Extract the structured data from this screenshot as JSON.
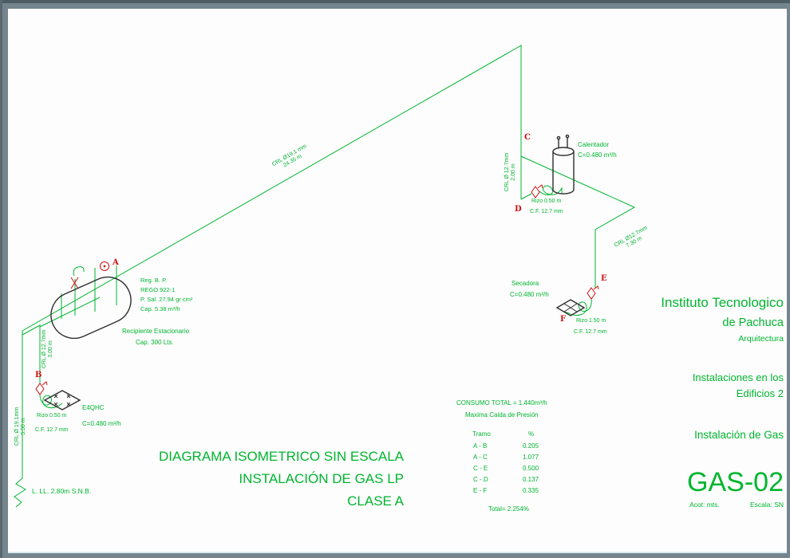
{
  "colors": {
    "green": "#00b52e",
    "red": "#cc1312",
    "ink": "#2d2d2d"
  },
  "page_title": {
    "line1": "DIAGRAMA ISOMETRICO SIN ESCALA",
    "line2": "INSTALACIÓN DE GAS LP",
    "line3": "CLASE A"
  },
  "titleblock": {
    "org1": "Instituto Tecnologico",
    "org2": "de Pachuca",
    "org3": "Arquitectura",
    "proj1": "Instalaciones en los",
    "proj2": "Edificios 2",
    "subject": "Instalación de Gas",
    "sheet": "GAS-02",
    "acot": "Acot: mts.",
    "escala": "Escala: SN"
  },
  "consumo": {
    "total": "CONSUMO TOTAL =  1.440m³/h",
    "subtitle": "Maxima Caida de Presión",
    "col1": "Tramo",
    "col2": "%",
    "rows": [
      {
        "t": "A - B",
        "p": "0.205"
      },
      {
        "t": "A - C",
        "p": "1.077"
      },
      {
        "t": "C - E",
        "p": "0.500"
      },
      {
        "t": "C - D",
        "p": "0.137"
      },
      {
        "t": "E - F",
        "p": "0.335"
      }
    ],
    "grand_total": "Total= 2.254%"
  },
  "pipes": {
    "main_d": "CRL Ø19.1 mm",
    "main_l": "24.35 m",
    "ce_d": "CRL Ø12.7mm",
    "ce_l": "7.30 m",
    "cd_d": "CRL Ø 12.7mm",
    "cd_l": "2.00 m",
    "b_d": "CRL Ø 12.7mm",
    "b_l": "3.00 m",
    "riser_d": "CRL Ø 19.1mm",
    "riser_l": "5.50 m",
    "ground": "L. LL. 2.80m S.N.B."
  },
  "nodes": {
    "a": "A",
    "b": "B",
    "c": "C",
    "d": "D",
    "e": "E",
    "f": "F"
  },
  "tank": {
    "reg1": "Reg. B. P.",
    "reg2": "REGO 922-1",
    "reg3": "P. Sal. 27.94 gr cm²",
    "reg4": "Cap. 5.38 m³/h",
    "name1": "Recipiente Estacionario",
    "name2": "Cap. 300 Lts."
  },
  "heater": {
    "name": "Calentador",
    "flow": "C=0.480 m³/h",
    "rizo": "Rizo 0.50 m",
    "cf": "C.F. 12.7 mm"
  },
  "dryer": {
    "name": "Secadora",
    "flow": "C=0.480 m³/h",
    "rizo": "Rizo 1.50 m",
    "cf": "C.F. 12.7 mm"
  },
  "stove": {
    "name": "E4QHC",
    "flow": "C=0.480 m³/h",
    "rizo": "Rizo 0.50 m",
    "cf": "C.F. 12.7 mm"
  }
}
